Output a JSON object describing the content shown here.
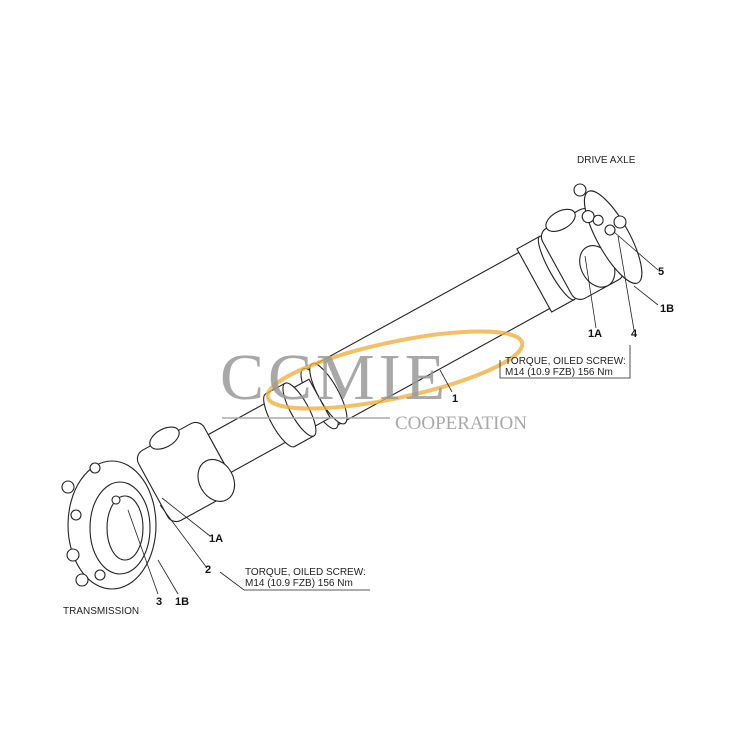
{
  "labels": {
    "drive_axle": "DRIVE AXLE",
    "transmission": "TRANSMISSION"
  },
  "torque_notes": [
    {
      "line1": "TORQUE, OILED SCREW:",
      "line2": "M14 (10.9 FZB) 156 Nm"
    },
    {
      "line1": "TORQUE, OILED SCREW:",
      "line2": "M14 (10.9 FZB) 156 Nm"
    }
  ],
  "callouts": {
    "top_5": "5",
    "top_1b": "1B",
    "top_1a": "1A",
    "top_4": "4",
    "shaft_1": "1",
    "bottom_1a": "1A",
    "bottom_2": "2",
    "bottom_3": "3",
    "bottom_1b": "1B"
  },
  "watermark": {
    "brand": "CCMIE",
    "sub": "COOPERATION",
    "swoosh_color": "#f0b040"
  }
}
